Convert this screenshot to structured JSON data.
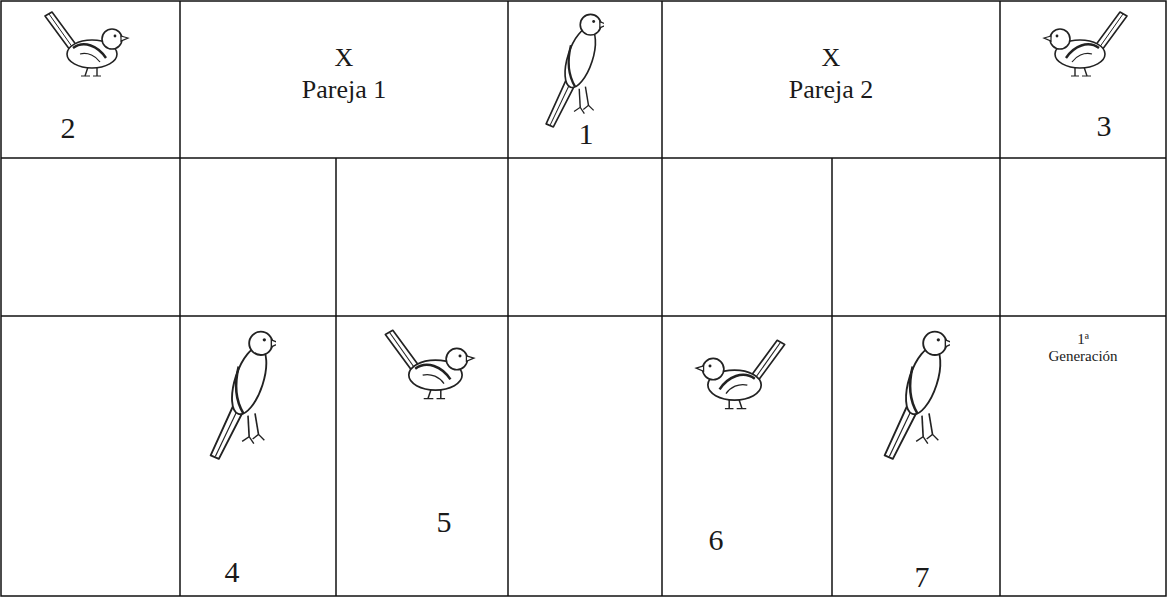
{
  "diagram": {
    "labels": [
      "2",
      "X",
      "Pareja 1",
      "1",
      "X",
      "Pareja 2",
      "3",
      "4",
      "5",
      "6",
      "7",
      "1ª Generación"
    ]
  }
}
